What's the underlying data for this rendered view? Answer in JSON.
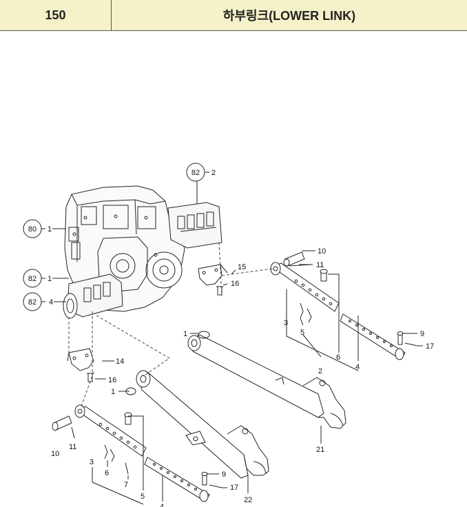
{
  "header": {
    "section_number": "150",
    "section_title": "하부링크(LOWER LINK)"
  },
  "callouts": [
    {
      "ref": "82",
      "part": "2"
    },
    {
      "ref": "80",
      "part": "1"
    },
    {
      "ref": "82",
      "part": "1"
    },
    {
      "ref": "82",
      "part": "4"
    }
  ],
  "part_labels": {
    "p1a": "1",
    "p1b": "1",
    "p2": "2",
    "p3a": "3",
    "p3b": "3",
    "p4a": "4",
    "p4b": "4",
    "p5a": "5",
    "p5b": "5",
    "p6a": "6",
    "p6b": "6",
    "p7": "7",
    "p9a": "9",
    "p9b": "9",
    "p10a": "10",
    "p10b": "10",
    "p11a": "11",
    "p11b": "11",
    "p14": "14",
    "p15": "15",
    "p16a": "16",
    "p16b": "16",
    "p17a": "17",
    "p17b": "17",
    "p21": "21",
    "p22": "22"
  }
}
